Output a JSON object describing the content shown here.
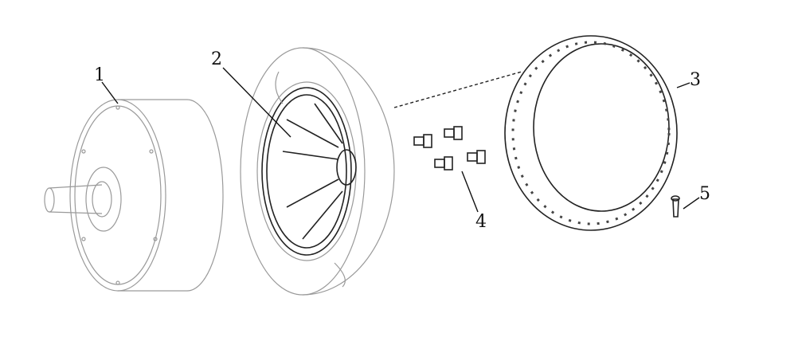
{
  "diagram": {
    "type": "exploded-parts-view",
    "parts": [
      {
        "id": "1",
        "label": "1"
      },
      {
        "id": "2",
        "label": "2"
      },
      {
        "id": "3",
        "label": "3"
      },
      {
        "id": "4",
        "label": "4"
      },
      {
        "id": "5",
        "label": "5"
      }
    ],
    "colors": {
      "line": "#9a9a9a",
      "label": "#111111"
    }
  }
}
